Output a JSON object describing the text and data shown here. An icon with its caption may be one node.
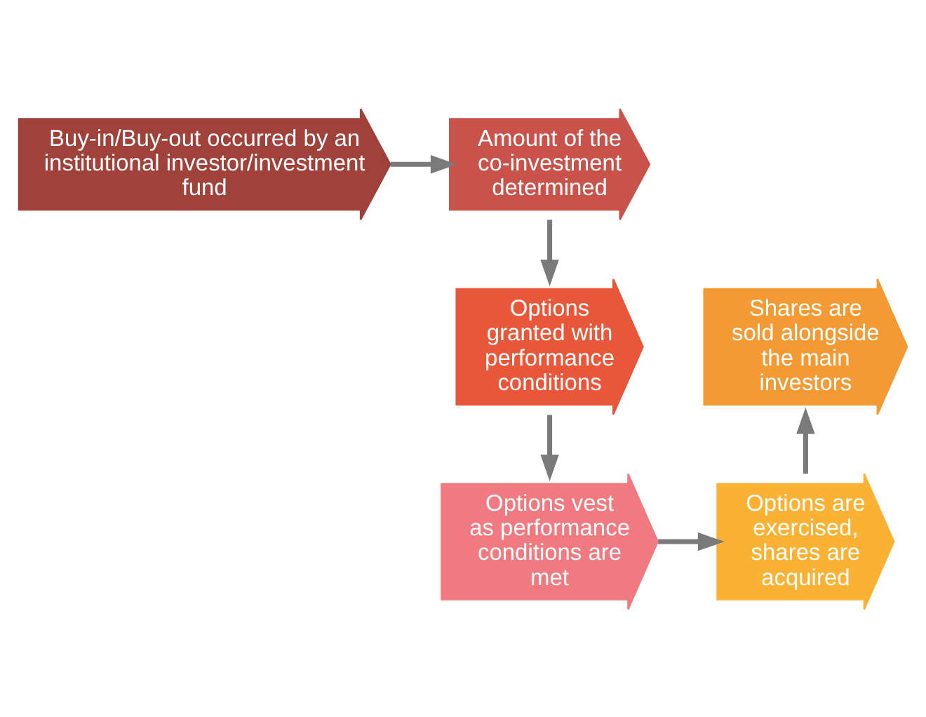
{
  "diagram": {
    "nodes": [
      {
        "text": [
          "Buy-in/Buy-out occurred by an institutional investor/investment fund"
        ]
      },
      {
        "text": [
          "Amount of the co-investment determined"
        ]
      },
      {
        "text": [
          "Options granted with performance conditions"
        ]
      },
      {
        "text": [
          "Options vest as performance conditions are met"
        ]
      },
      {
        "text": [
          "Options are exercised, shares are acquired"
        ]
      },
      {
        "text": [
          "Shares are sold alongside the main investors"
        ]
      }
    ],
    "edges": [
      {
        "from": 0,
        "to": 1,
        "arrow": "to"
      },
      {
        "from": 1,
        "to": 2,
        "arrow": "to"
      },
      {
        "from": 2,
        "to": 3,
        "arrow": "to"
      },
      {
        "from": 3,
        "to": 4,
        "arrow": "to"
      },
      {
        "from": 4,
        "to": 5,
        "arrow": "to"
      }
    ]
  }
}
